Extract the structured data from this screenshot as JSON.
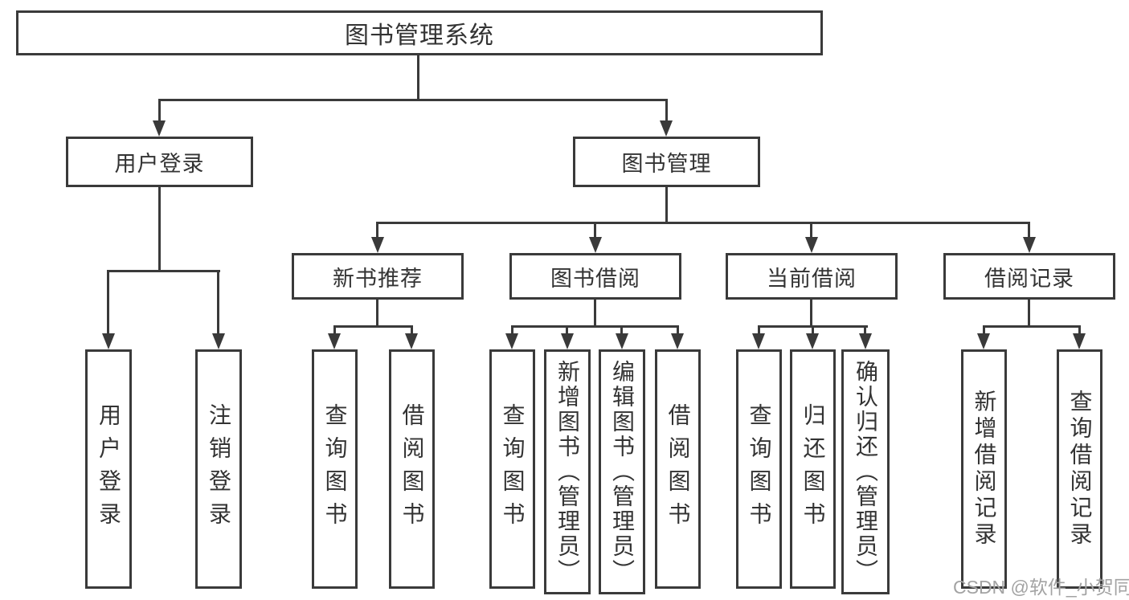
{
  "diagram": {
    "root": "图书管理系统",
    "level2": {
      "user_login": "用户登录",
      "book_mgmt": "图书管理"
    },
    "user_login_leaves": [
      "用户登录",
      "注销登录"
    ],
    "groups": [
      {
        "label": "新书推荐",
        "leaves": [
          "查询图书",
          "借阅图书"
        ]
      },
      {
        "label": "图书借阅",
        "leaves": [
          "查询图书",
          "新增图书（管理员）",
          "编辑图书（管理员）",
          "借阅图书"
        ]
      },
      {
        "label": "当前借阅",
        "leaves": [
          "查询图书",
          "归还图书",
          "确认归还（管理员）"
        ]
      },
      {
        "label": "借阅记录",
        "leaves": [
          "新增借阅记录",
          "查询借阅记录"
        ]
      }
    ]
  },
  "watermark": "CSDN @软件_小贺同学",
  "colors": {
    "line": "#3a3a3a",
    "text": "#333333",
    "watermark": "#a3a3a3",
    "background": "#ffffff"
  }
}
